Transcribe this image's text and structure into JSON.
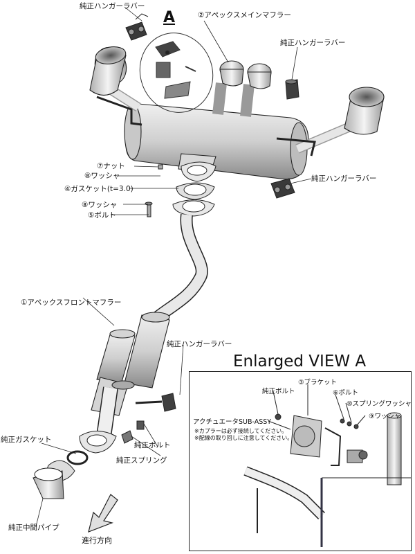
{
  "labels": {
    "hanger_top": "純正ハンガーラバー",
    "main_muffler": "②アペックスメインマフラー",
    "view_a": "A",
    "hanger_right_top": "純正ハンガーラバー",
    "nut": "⑦ナット",
    "washer_upper": "⑧ワッシャ",
    "gasket": "④ガスケット(t=3.0)",
    "washer_lower": "⑧ワッシャ",
    "bolt": "⑤ボルト",
    "hanger_right_mid": "純正ハンガーラバー",
    "front_muffler": "①アペックスフロントマフラー",
    "hanger_front": "純正ハンガーラバー",
    "stock_gasket": "純正ガスケット",
    "stock_bolt": "純正ボルト",
    "stock_spring": "純正スプリング",
    "mid_pipe": "純正中間パイプ",
    "direction": "進行方向"
  },
  "view": {
    "title": "Enlarged VIEW A",
    "stock_bolt": "純正ボルト",
    "bracket": "③ブラケット",
    "bolt6": "⑥ボルト",
    "spring_washer": "⑩スプリングワッシャ",
    "washer9": "⑨ワッシャ",
    "actuator": "アクチュエータSUB-ASSY",
    "note1": "※カプラーは必ず接続してください。",
    "note2": "※配線の取り回しに注意してください。"
  }
}
